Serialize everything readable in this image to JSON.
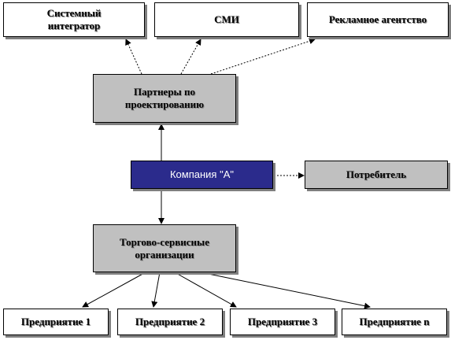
{
  "colors": {
    "company_fill": "#2b2b8c",
    "secondary_fill": "#c0c0c0",
    "leaf_fill": "#ffffff",
    "connector": "#000000"
  },
  "nodes": {
    "system_integrator": "Системный\nинтегратор",
    "media": "СМИ",
    "ad_agency": "Рекламное агентство",
    "design_partners": "Партнеры по\nпроектированию",
    "company": "Компания \"А\"",
    "consumer": "Потребитель",
    "trade_service": "Торгово-сервисные\nорганизации",
    "enterprise_1": "Предприятие 1",
    "enterprise_2": "Предприятие 2",
    "enterprise_3": "Предприятие 3",
    "enterprise_n": "Предприятие n"
  }
}
